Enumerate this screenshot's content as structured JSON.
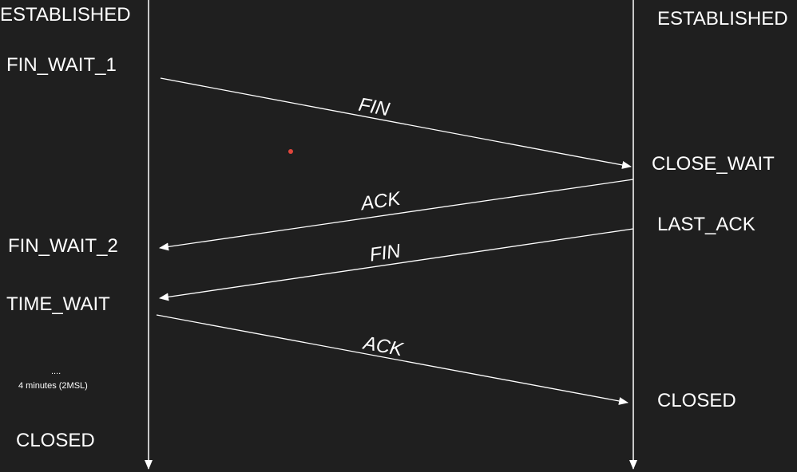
{
  "colors": {
    "background": "#1f1f1f",
    "line": "#ffffff",
    "dot": "#e0463c"
  },
  "client": {
    "states": [
      "ESTABLISHED",
      "FIN_WAIT_1",
      "FIN_WAIT_2",
      "TIME_WAIT",
      "CLOSED"
    ],
    "timeout_dots": "....",
    "timeout_label": "4 minutes (2MSL)"
  },
  "server": {
    "states": [
      "ESTABLISHED",
      "CLOSE_WAIT",
      "LAST_ACK",
      "CLOSED"
    ]
  },
  "messages": [
    "FIN",
    "ACK",
    "FIN",
    "ACK"
  ]
}
